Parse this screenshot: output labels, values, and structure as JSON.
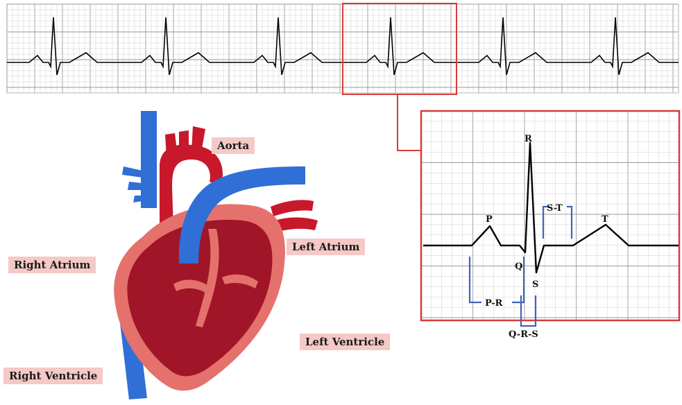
{
  "colors": {
    "grid_minor": "#cfcfcf",
    "grid_major": "#9a9a9a",
    "trace": "#000000",
    "highlight": "#d83a3a",
    "bracket": "#3f63b8",
    "label_bg": "#f4c9c6",
    "vein_blue": "#2f6fd6",
    "aorta_red": "#c8182b",
    "heart_outer": "#e5716c",
    "heart_inner": "#a01628"
  },
  "heart_labels": {
    "aorta": "Aorta",
    "left_atrium": "Left Atrium",
    "right_atrium": "Right Atrium",
    "left_ventricle": "Left Ventricle",
    "right_ventricle": "Right Ventricle"
  },
  "ecg_labels": {
    "p": "P",
    "q": "Q",
    "r": "R",
    "s": "S",
    "t": "T",
    "pr": "P-R",
    "st": "S-T",
    "qrs": "Q-R-S"
  },
  "strip": {
    "beat_count": 6,
    "highlighted_beat": 4
  }
}
